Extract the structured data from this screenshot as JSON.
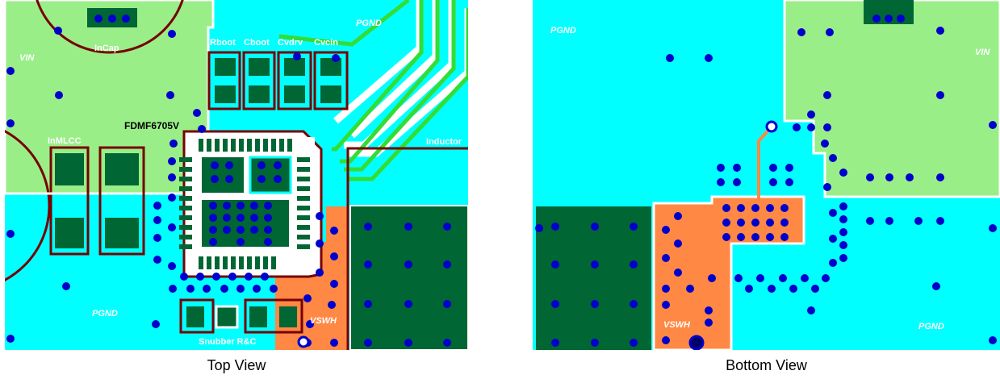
{
  "top_view": {
    "caption": "Top View",
    "labels": {
      "vin": "VIN",
      "pgnd_top": "PGND",
      "pgnd_bottom": "PGND",
      "incap": "InCap",
      "inmlcc": "InMLCC",
      "ic": "FDMF6705V",
      "rboot": "Rboot",
      "cboot": "Cboot",
      "cvdrv": "Cvdrv",
      "cvcin": "Cvcin",
      "inductor": "Inductor",
      "vswh": "VSWH",
      "snubber": "Snubber R&C"
    }
  },
  "bottom_view": {
    "caption": "Bottom View",
    "labels": {
      "pgnd_top": "PGND",
      "vin": "VIN",
      "vswh": "VSWH",
      "pgnd_bottom": "PGND"
    }
  },
  "colors": {
    "cyan": "#00ffff",
    "light_green": "#99ee88",
    "dark_green": "#006633",
    "orange": "#ff8844",
    "via": "#0000cc",
    "outline": "#770000",
    "trace": "#33dd33"
  }
}
